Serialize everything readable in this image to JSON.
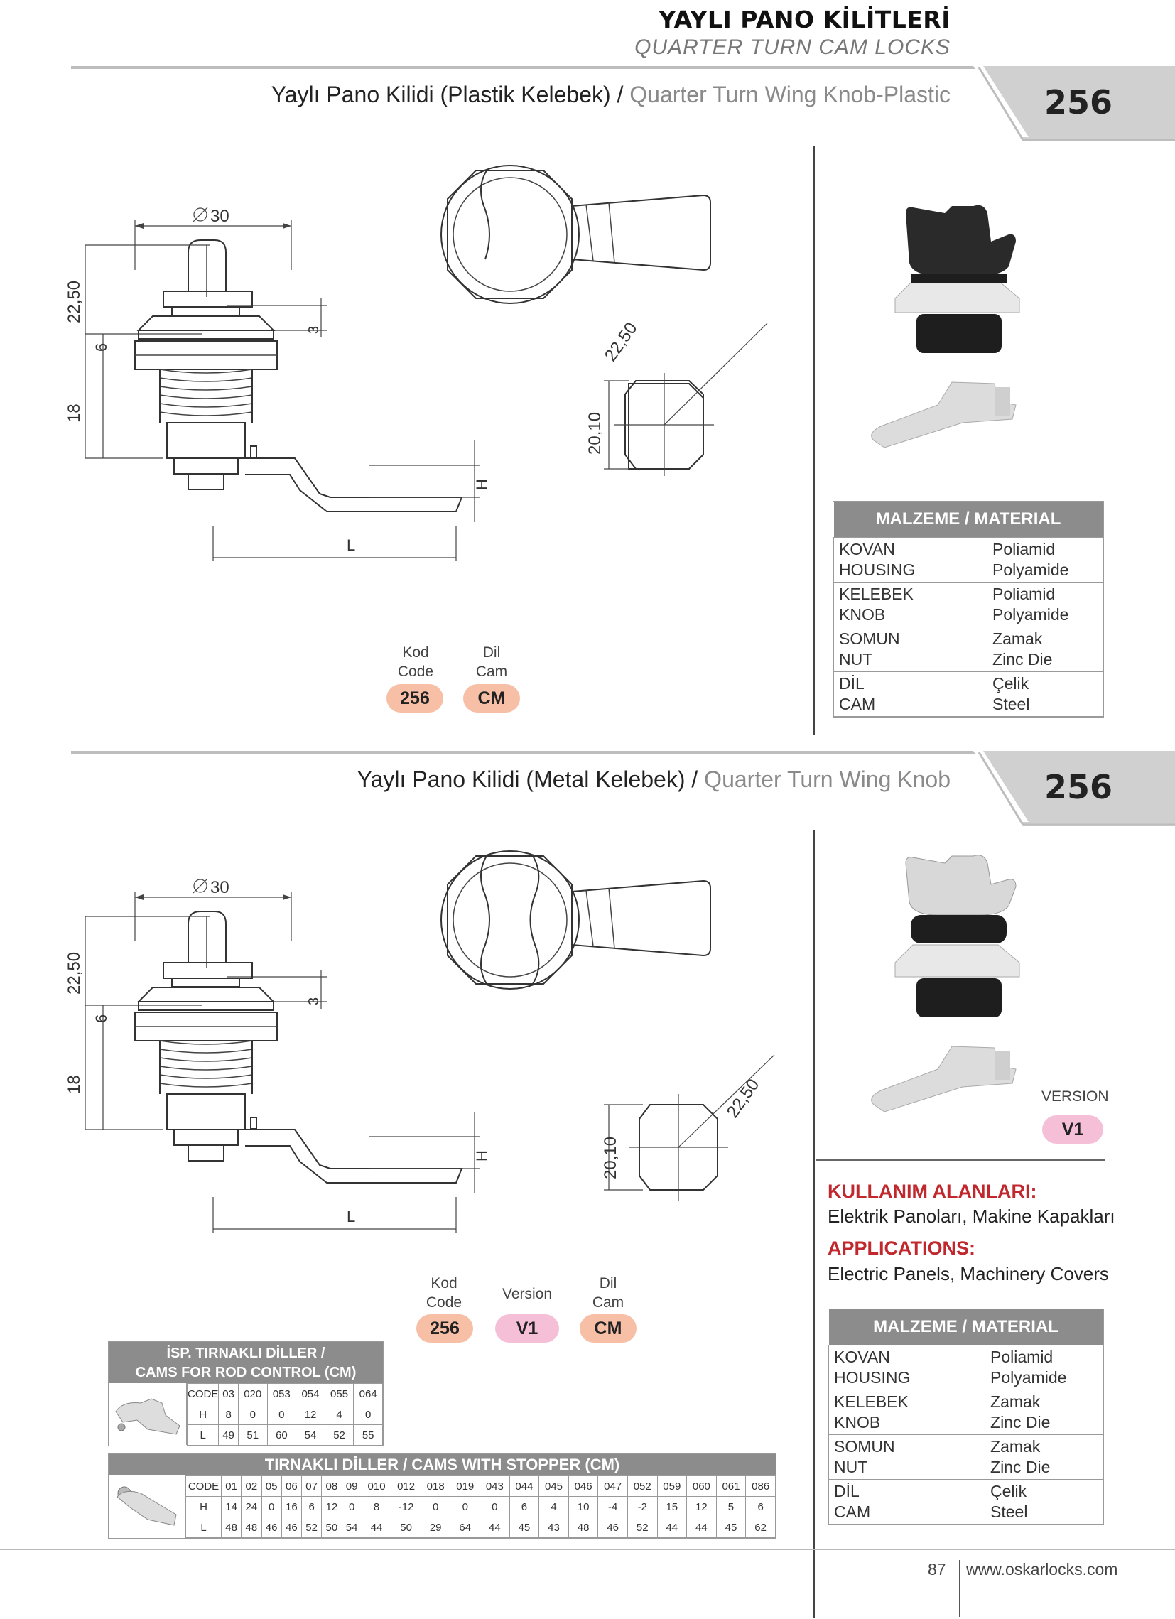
{
  "header": {
    "title_tr": "YAYLI PANO KİLİTLERİ",
    "title_en": "QUARTER TURN CAM LOCKS"
  },
  "sections": [
    {
      "title_tr": "Yaylı Pano Kilidi (Plastik Kelebek) /",
      "title_en": "Quarter Turn Wing Knob-Plastic",
      "number": "256"
    },
    {
      "title_tr": "Yaylı Pano Kilidi (Metal Kelebek) /",
      "title_en": "Quarter Turn Wing Knob",
      "number": "256"
    }
  ],
  "dims": {
    "d30": "30",
    "h2250": "22,50",
    "h6": "6",
    "h18": "18",
    "h3": "3",
    "H": "H",
    "L": "L",
    "w2010": "20,10",
    "d2250": "22,50"
  },
  "code1": {
    "kod": "Kod",
    "code": "Code",
    "code_val": "256",
    "dil": "Dil",
    "cam": "Cam",
    "cam_val": "CM"
  },
  "code2": {
    "kod": "Kod",
    "code": "Code",
    "code_val": "256",
    "version": "Version",
    "version_val": "V1",
    "dil": "Dil",
    "cam": "Cam",
    "cam_val": "CM"
  },
  "version_badge": {
    "label": "VERSION",
    "value": "V1"
  },
  "material1": {
    "title": "MALZEME / MATERIAL",
    "rows": [
      {
        "p1": "KOVAN",
        "p2": "HOUSING",
        "m1": "Poliamid",
        "m2": "Polyamide"
      },
      {
        "p1": "KELEBEK",
        "p2": "KNOB",
        "m1": "Poliamid",
        "m2": "Polyamide"
      },
      {
        "p1": "SOMUN",
        "p2": "NUT",
        "m1": "Zamak",
        "m2": "Zinc Die"
      },
      {
        "p1": "DİL",
        "p2": "CAM",
        "m1": "Çelik",
        "m2": "Steel"
      }
    ]
  },
  "material2": {
    "title": "MALZEME / MATERIAL",
    "rows": [
      {
        "p1": "KOVAN",
        "p2": "HOUSING",
        "m1": "Poliamid",
        "m2": "Polyamide"
      },
      {
        "p1": "KELEBEK",
        "p2": "KNOB",
        "m1": "Zamak",
        "m2": "Zinc Die"
      },
      {
        "p1": "SOMUN",
        "p2": "NUT",
        "m1": "Zamak",
        "m2": "Zinc Die"
      },
      {
        "p1": "DİL",
        "p2": "CAM",
        "m1": "Çelik",
        "m2": "Steel"
      }
    ]
  },
  "applications": {
    "h_tr": "KULLANIM ALANLARI:",
    "t_tr": "Elektrik Panoları, Makine Kapakları",
    "h_en": "APPLICATIONS:",
    "t_en": "Electric Panels, Machinery Covers"
  },
  "rod_table": {
    "title1": "İSP. TIRNAKLI DİLLER /",
    "title2": "CAMS FOR ROD CONTROL (CM)",
    "rows": [
      [
        "CODE",
        "03",
        "020",
        "053",
        "054",
        "055",
        "064"
      ],
      [
        "H",
        "8",
        "0",
        "0",
        "12",
        "4",
        "0"
      ],
      [
        "L",
        "49",
        "51",
        "60",
        "54",
        "52",
        "55"
      ]
    ]
  },
  "stopper_table": {
    "title": "TIRNAKLI DİLLER / CAMS WITH STOPPER (CM)",
    "rows": [
      [
        "CODE",
        "01",
        "02",
        "05",
        "06",
        "07",
        "08",
        "09",
        "010",
        "012",
        "018",
        "019",
        "043",
        "044",
        "045",
        "046",
        "047",
        "052",
        "059",
        "060",
        "061",
        "086"
      ],
      [
        "H",
        "14",
        "24",
        "0",
        "16",
        "6",
        "12",
        "0",
        "8",
        "-12",
        "0",
        "0",
        "0",
        "6",
        "4",
        "10",
        "-4",
        "-2",
        "15",
        "12",
        "5",
        "6"
      ],
      [
        "L",
        "48",
        "48",
        "46",
        "46",
        "52",
        "50",
        "54",
        "44",
        "50",
        "29",
        "64",
        "44",
        "45",
        "43",
        "48",
        "46",
        "52",
        "44",
        "44",
        "45",
        "62"
      ]
    ]
  },
  "footer": {
    "page": "87",
    "site": "www.oskarlocks.com"
  },
  "colors": {
    "accent_red": "#c0282d",
    "salmon": "#f7bfa6",
    "pink": "#f6bfd8",
    "gray_head": "#8c8c8c"
  }
}
